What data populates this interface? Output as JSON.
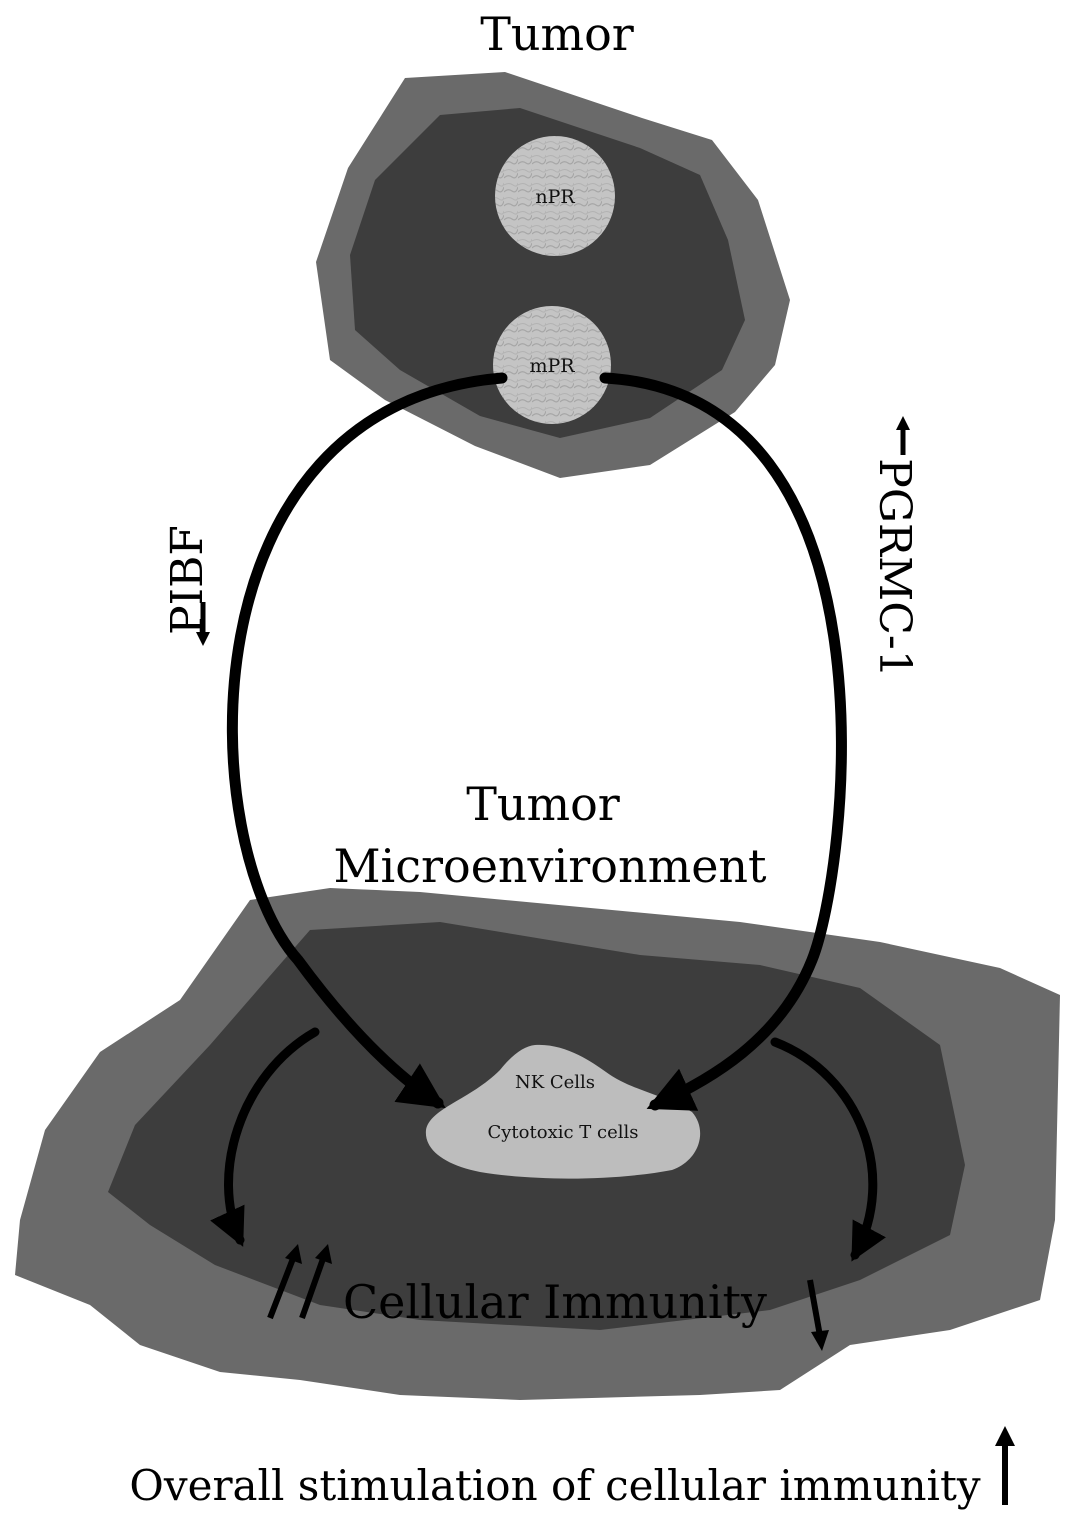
{
  "colors": {
    "background": "#ffffff",
    "outer_shape": "#6a6a6a",
    "inner_shape": "#3d3d3d",
    "cell": "#c4c4c4",
    "immune_cluster": "#bdbdbd",
    "arrow": "#000000",
    "text": "#000000"
  },
  "tumor": {
    "title": "Tumor",
    "nuclear_receptor": "nPR",
    "membrane_receptor": "mPR"
  },
  "pathways": {
    "left_label": "PIBF",
    "left_direction": "down",
    "right_label": "PGRMC-1",
    "right_direction": "up"
  },
  "microenvironment": {
    "title_line1": "Tumor",
    "title_line2": "Microenvironment",
    "immune_cells_line1": "NK Cells",
    "immune_cells_line2": "Cytotoxic T cells",
    "outcome_label": "Cellular Immunity",
    "left_outcome_arrows": "double-up",
    "right_outcome_arrow": "down"
  },
  "summary": {
    "text": "Overall stimulation of cellular immunity",
    "direction": "up"
  },
  "icons": [
    "up-arrow-icon",
    "down-arrow-icon",
    "double-up-arrow-icon"
  ]
}
